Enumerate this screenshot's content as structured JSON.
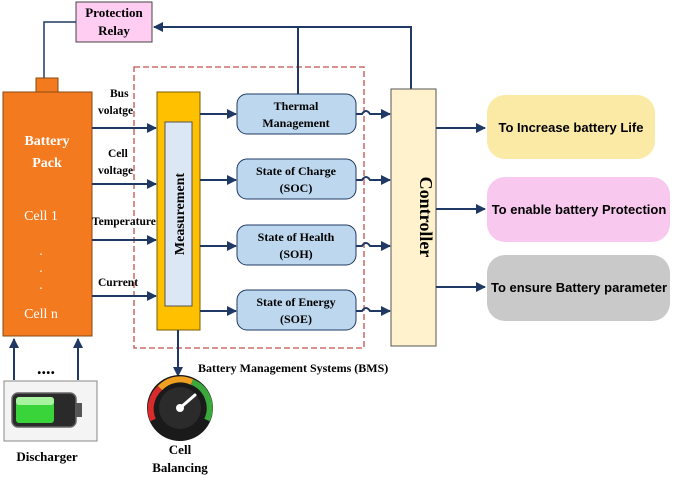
{
  "relay": {
    "line1": "Protection",
    "line2": "Relay"
  },
  "battery": {
    "line1": "Battery",
    "line2": "Pack",
    "cell1": "Cell 1",
    "dots": ".",
    "celln": "Cell n"
  },
  "signals": [
    {
      "line1": "Bus",
      "line2": "volatge"
    },
    {
      "line1": "Cell",
      "line2": "voltage"
    },
    {
      "line1": "Temperature",
      "line2": ""
    },
    {
      "line1": "Current",
      "line2": ""
    }
  ],
  "measurement": {
    "label": "Measurement"
  },
  "modules": [
    {
      "line1": "Thermal",
      "line2": "Management"
    },
    {
      "line1": "State of  Charge",
      "line2": "(SOC)"
    },
    {
      "line1": "State of  Health",
      "line2": "(SOH)"
    },
    {
      "line1": "State of  Energy",
      "line2": "(SOE)"
    }
  ],
  "controller": {
    "label": "Controller"
  },
  "outputs": [
    {
      "label": "To Increase battery Life",
      "color": "#fbe9a6"
    },
    {
      "label": "To enable battery Protection",
      "color": "#f9c8ef"
    },
    {
      "label": "To ensure Battery parameter",
      "color": "#c9c9c9"
    }
  ],
  "bms": {
    "label": "Battery Management Systems (BMS)"
  },
  "balancing": {
    "line1": "Cell",
    "line2": "Balancing"
  },
  "discharger": {
    "label": "Discharger",
    "dots": "...."
  },
  "colors": {
    "arrow": "#1f3864",
    "battery": "#f47a20",
    "measurement": "#ffc000",
    "module": "#bdd7ee",
    "controller": "#fff2cc",
    "relay": "#ffccf2",
    "dashed": "#c0504d"
  }
}
